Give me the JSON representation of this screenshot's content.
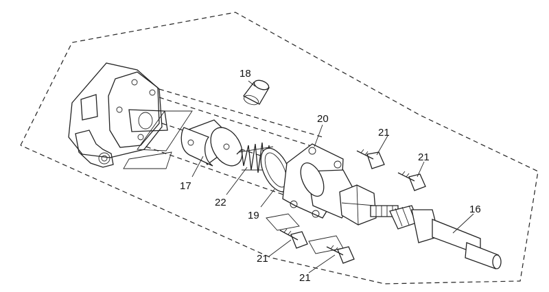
{
  "callouts": {
    "c16": "16",
    "c17": "17",
    "c18": "18",
    "c19": "19",
    "c20": "20",
    "c21a": "21",
    "c21b": "21",
    "c21c": "21",
    "c21d": "21",
    "c22": "22"
  }
}
